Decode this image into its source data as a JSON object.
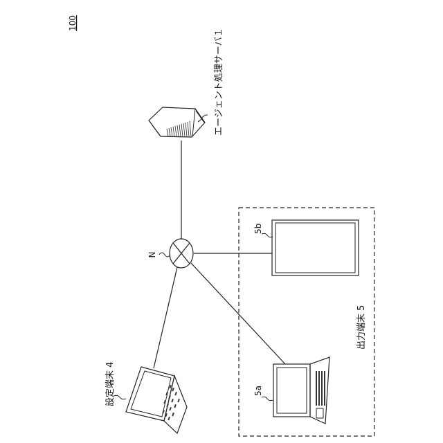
{
  "figure": {
    "ref": "100"
  },
  "network": {
    "label": "N"
  },
  "server": {
    "label": "エージェント処理サーバ１"
  },
  "setting_terminal": {
    "label": "設定端末 4"
  },
  "output_group": {
    "label": "出力端末 5"
  },
  "terminal_5a": {
    "label": "5a"
  },
  "terminal_5b": {
    "label": "5b"
  }
}
